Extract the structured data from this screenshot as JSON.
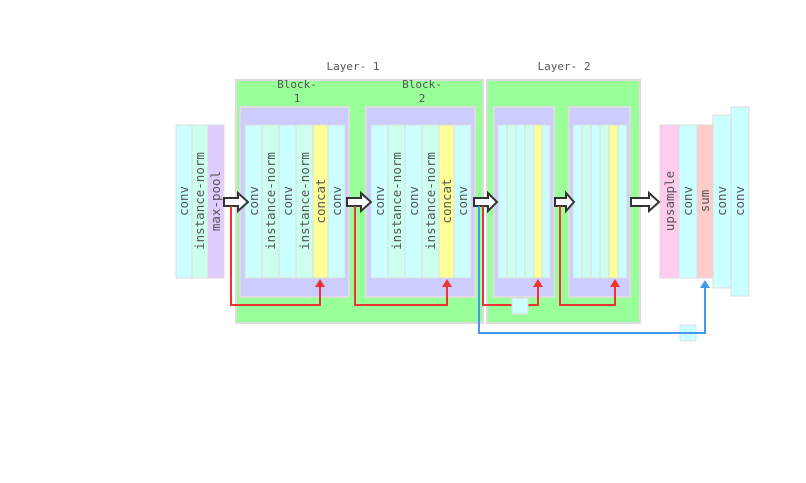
{
  "layers": [
    {
      "label": "Layer- 1"
    },
    {
      "label": "Layer- 2"
    }
  ],
  "blocks": [
    {
      "label_line1": "Block-",
      "label_line2": "1"
    },
    {
      "label_line1": "Block-",
      "label_line2": "2"
    }
  ],
  "input_stack": {
    "labels": [
      "conv",
      "instance-norm",
      "max-pool"
    ]
  },
  "block1": {
    "labels": [
      "conv",
      "instance-norm",
      "conv",
      "instance-norm",
      "concat",
      "conv"
    ]
  },
  "block2": {
    "labels": [
      "conv",
      "instance-norm",
      "conv",
      "instance-norm",
      "concat",
      "conv"
    ]
  },
  "output_stack": {
    "labels": [
      "upsample",
      "conv",
      "sum",
      "conv",
      "conv"
    ]
  },
  "colors": {
    "layer_bg": "#99ff99",
    "block_bg": "#ccccff",
    "conv": "#ccffff",
    "norm": "#ccffee",
    "pool": "#e0ccff",
    "concat": "#ffff99",
    "upsample": "#ffccee",
    "sum": "#ffcccc",
    "skip_arrow": "#ee3333",
    "long_skip_arrow": "#4499ee"
  }
}
